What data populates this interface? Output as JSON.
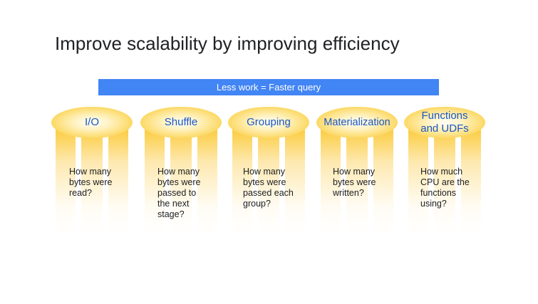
{
  "title": "Improve scalability by improving efficiency",
  "banner": "Less work = Faster query",
  "pillars": [
    {
      "label": "I/O",
      "desc": "How many bytes were read?"
    },
    {
      "label": "Shuffle",
      "desc": "How many bytes were passed to the next stage?"
    },
    {
      "label": "Grouping",
      "desc": "How many bytes were passed each group?"
    },
    {
      "label": "Materialization",
      "desc": "How many bytes were written?"
    },
    {
      "label": "Functions and UDFs",
      "desc": "How much CPU are the functions using?"
    }
  ],
  "colors": {
    "banner": "#4285f4",
    "label_text": "#1a56c9",
    "pillar": "#fbbc04"
  }
}
